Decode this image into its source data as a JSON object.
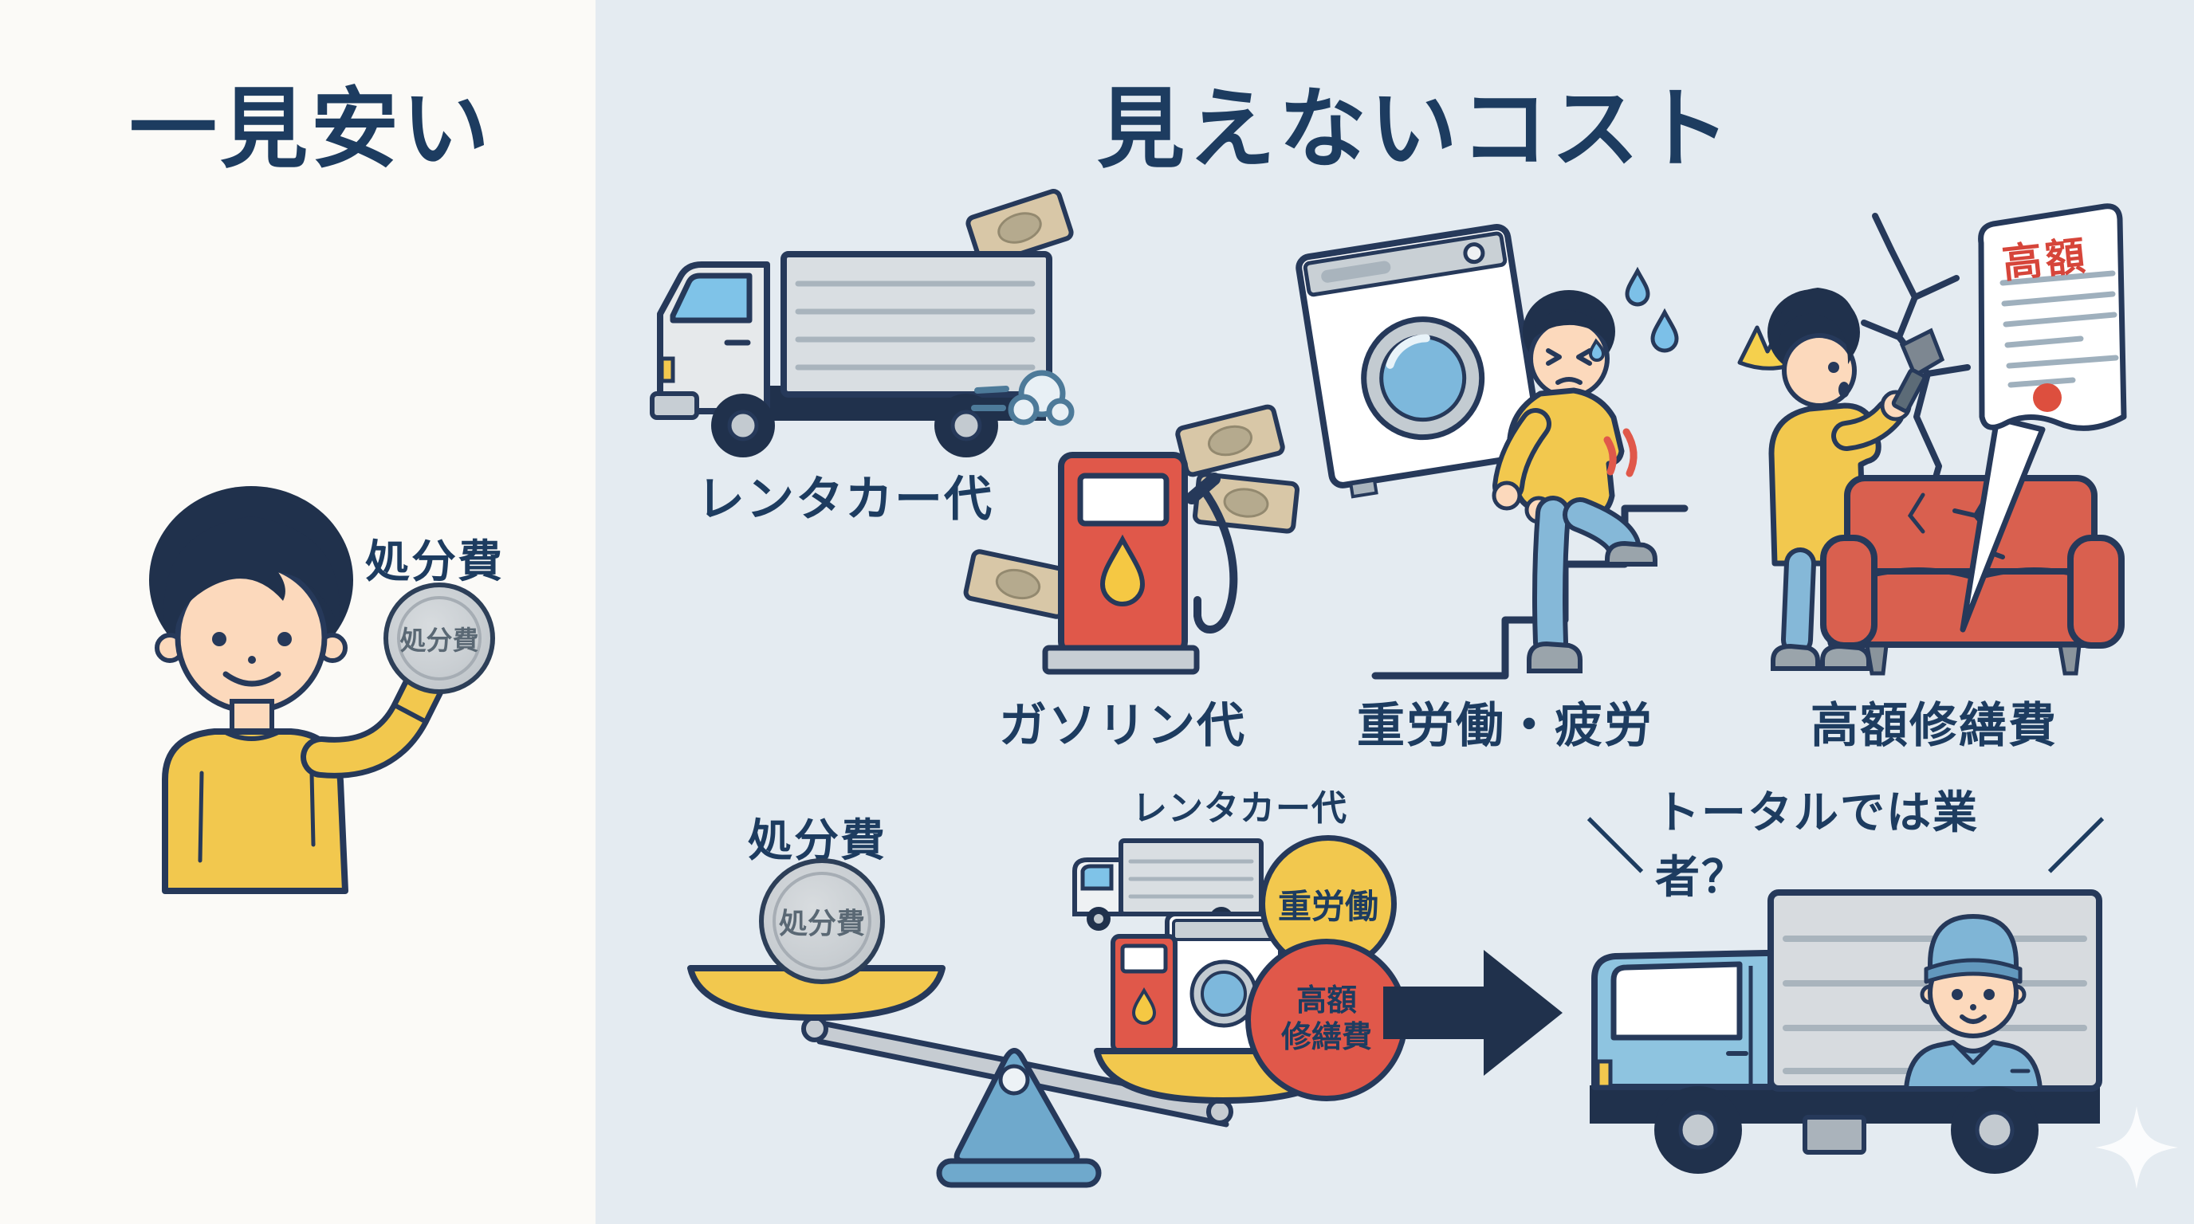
{
  "colors": {
    "navy_text": "#1d3c60",
    "background_left": "#fbfaf7",
    "background_right": "#e4ebf1",
    "accent_yellow": "#f2c84e",
    "accent_red": "#e0584a",
    "accent_blue": "#8ec4e0",
    "coin_silver": "#c6ccd2"
  },
  "left_panel": {
    "title": "一見安い",
    "coin_label": "処分費",
    "coin_text": "処分費"
  },
  "right_panel": {
    "title": "見えないコスト",
    "scenes": [
      {
        "id": "rental-truck",
        "label": "レンタカー代"
      },
      {
        "id": "gas-pump",
        "label": "ガソリン代"
      },
      {
        "id": "heavy-labor",
        "label": "重労働・疲労"
      },
      {
        "id": "repair-cost",
        "label": "高額修繕費"
      }
    ],
    "invoice_stamp": "高額"
  },
  "scale_section": {
    "left_label": "処分費",
    "coin_text": "処分費",
    "right_label": "レンタカー代",
    "labor_badge": "重労働",
    "repair_badge_line1": "高額",
    "repair_badge_line2": "修繕費"
  },
  "conclusion": {
    "slash_left": "＼",
    "text": "トータルでは業者？",
    "slash_right": "／"
  }
}
